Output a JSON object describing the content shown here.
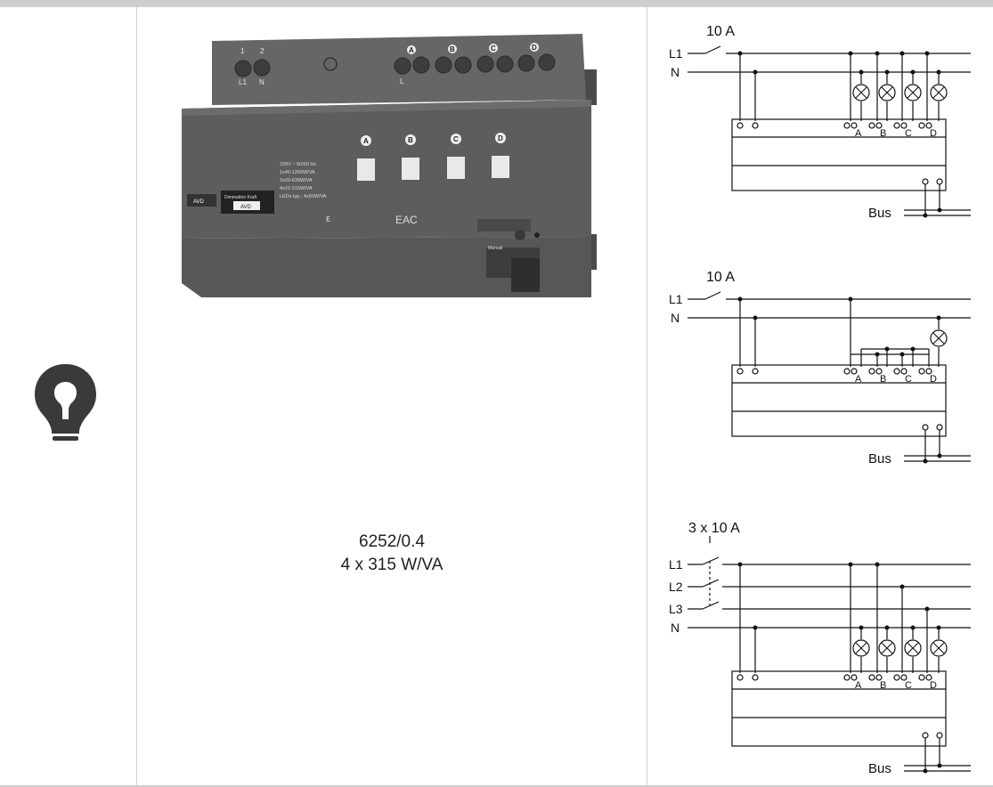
{
  "colors": {
    "grid": "#cfcfcf",
    "device_body": "#5d5d5d",
    "device_dark": "#3f3f3f",
    "icon_fill": "#3a3a3a",
    "wire": "#111111"
  },
  "icon": {
    "name": "lightbulb-icon"
  },
  "product": {
    "model": "6252/0.4",
    "rating": "4 x 315 W/VA",
    "device_labels": {
      "terminal_top_left_1": "1",
      "terminal_top_left_2": "2",
      "term_l1": "L1",
      "term_n": "N",
      "channel_a": "A",
      "channel_b": "B",
      "channel_c": "C",
      "channel_d": "D",
      "term_l": "L",
      "spec_line_1": "230V ~ 50/60 Hz",
      "spec_line_2": "1x40-1260W/VA",
      "spec_line_3": "2x20-630W/VA",
      "spec_line_4": "4x10-315W/VA",
      "spec_line_5": "LEDs typ.: 4x60W/VA",
      "badge_top": "AVD",
      "badge_mid": "Dimmaktor Kraft",
      "badge_bottom": "AVD",
      "ce_mark": "ε",
      "eac_mark": "EAC",
      "button_label": "Manual"
    }
  },
  "diagrams": [
    {
      "breaker": "10 A",
      "lines": [
        "L1",
        "N"
      ],
      "outputs": [
        "A",
        "B",
        "C",
        "D"
      ],
      "bus": "Bus"
    },
    {
      "breaker": "10 A",
      "lines": [
        "L1",
        "N"
      ],
      "outputs": [
        "A",
        "B",
        "C",
        "D"
      ],
      "bus": "Bus"
    },
    {
      "breaker": "3 x 10 A",
      "lines": [
        "L1",
        "L2",
        "L3",
        "N"
      ],
      "outputs": [
        "A",
        "B",
        "C",
        "D"
      ],
      "bus": "Bus"
    }
  ]
}
